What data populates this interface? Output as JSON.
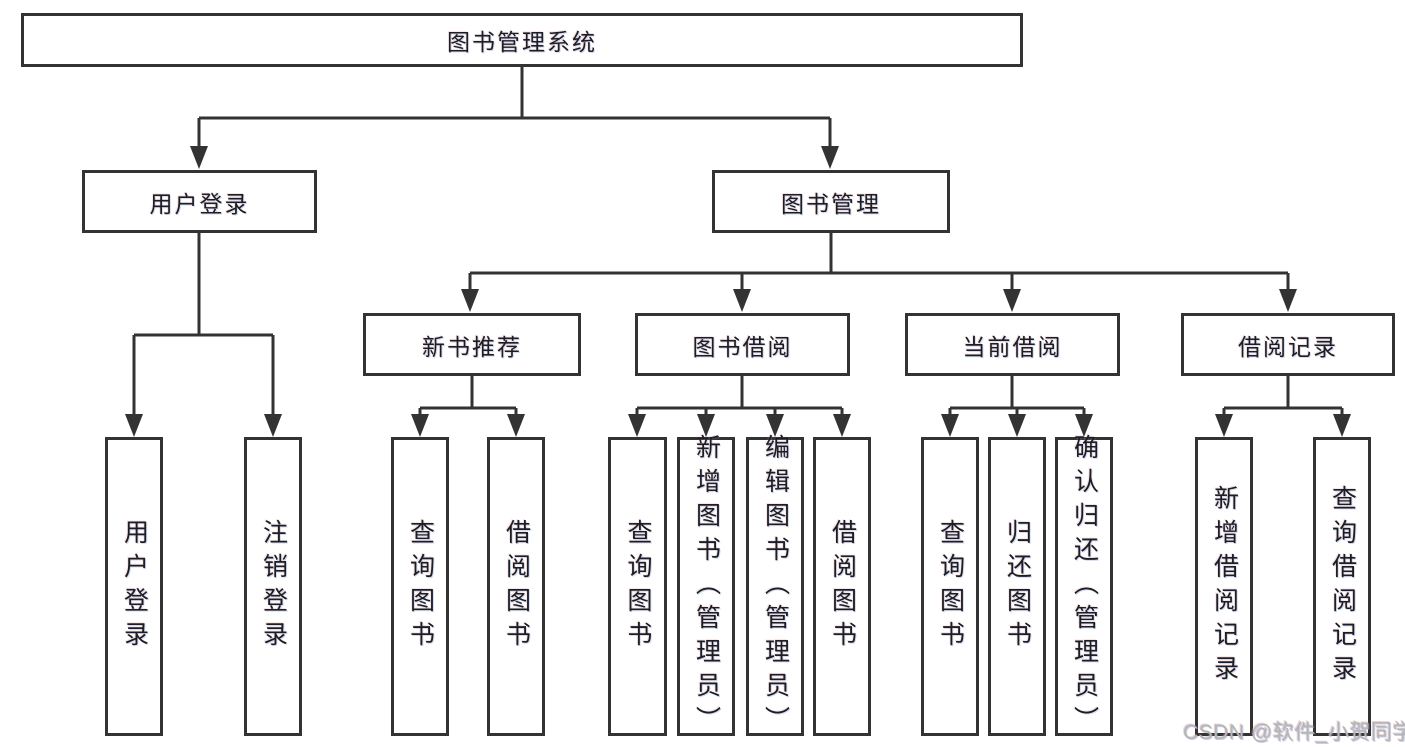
{
  "diagram": {
    "title": "图书管理系统",
    "level2": {
      "user_login": "用户登录",
      "book_management": "图书管理"
    },
    "level3": {
      "new_book": "新书推荐",
      "book_borrow": "图书借阅",
      "current_borrow": "当前借阅",
      "borrow_records": "借阅记录"
    },
    "leaves": {
      "user_login": {
        "login": "用户登录",
        "logout": "注销登录"
      },
      "new_book": {
        "query": "查询图书",
        "borrow": "借阅图书"
      },
      "book_borrow": {
        "query": "查询图书",
        "add": "新增图书（管理员）",
        "edit": "编辑图书（管理员）",
        "borrow": "借阅图书"
      },
      "current_borrow": {
        "query": "查询图书",
        "return": "归还图书",
        "confirm_return": "确认归还（管理员）"
      },
      "borrow_records": {
        "add": "新增借阅记录",
        "query": "查询借阅记录"
      }
    }
  },
  "watermark": {
    "text": "CSDN @软件_小贺同学"
  },
  "colors": {
    "line": "#333333",
    "border": "#333333",
    "text": "#1e1e21",
    "background": "#ffffff",
    "watermark": "#b5b5b5"
  }
}
